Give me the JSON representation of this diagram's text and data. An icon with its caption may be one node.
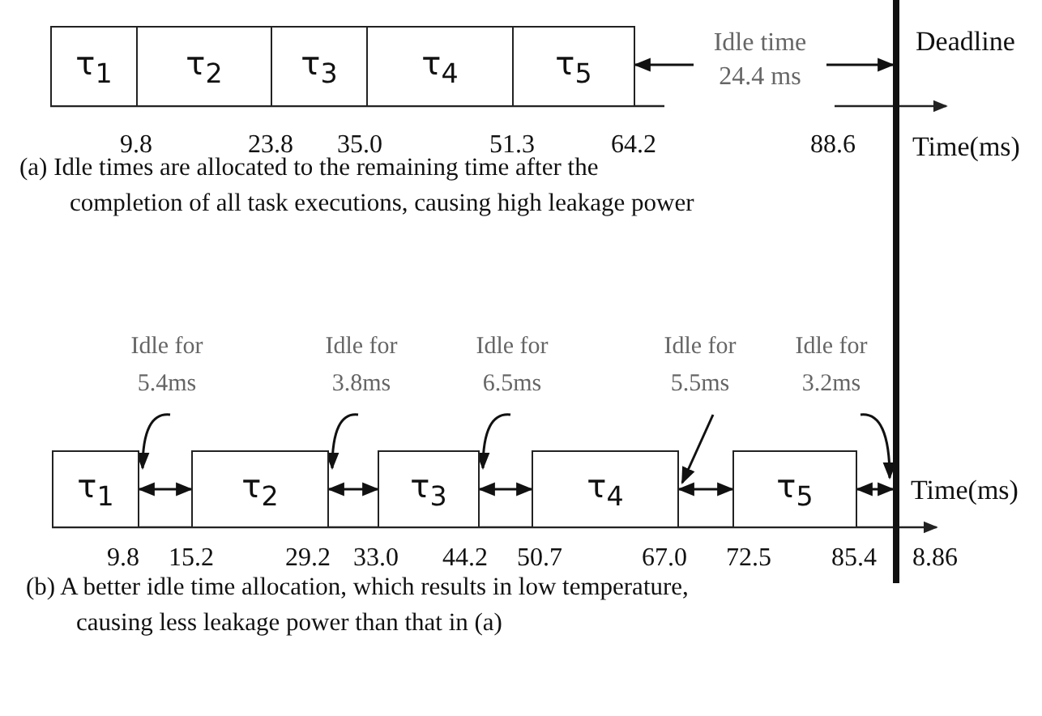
{
  "diagram": {
    "nodes": [
      {
        "text": [
          "τ$_{1}$"
        ]
      },
      {
        "text": [
          "τ$_{2}$"
        ]
      },
      {
        "text": [
          "τ$_{3}$"
        ]
      },
      {
        "text": [
          "τ$_{4}$"
        ]
      },
      {
        "text": [
          "τ$_{5}$"
        ]
      },
      {
        "text": [
          "Idle time 24.4 ms"
        ]
      },
      {
        "text": [],
        "shape": "bar",
        "beside": [
          "Deadline"
        ]
      },
      {
        "text": [
          "τ$_{1}$"
        ]
      },
      {
        "text": [
          "τ$_{2}$"
        ]
      },
      {
        "text": [
          "τ$_{3}$"
        ]
      },
      {
        "text": [
          "τ$_{4}$"
        ]
      },
      {
        "text": [
          "τ$_{5}$"
        ]
      },
      {
        "text": [
          "Idle for 5.4ms"
        ]
      },
      {
        "text": [
          "Idle for 3.8ms"
        ]
      },
      {
        "text": [
          "Idle for 6.5ms"
        ]
      },
      {
        "text": [
          "Idle for 5.5ms"
        ]
      },
      {
        "text": [
          "Idle for 3.2ms"
        ]
      }
    ],
    "edges": [
      {
        "from": 5,
        "to": 4,
        "arrow": "to"
      },
      {
        "from": 5,
        "to": 6,
        "arrow": "to"
      },
      {
        "from": 7,
        "to": 8,
        "arrow": "both"
      },
      {
        "from": 8,
        "to": 9,
        "arrow": "both"
      },
      {
        "from": 9,
        "to": 10,
        "arrow": "both"
      },
      {
        "from": 10,
        "to": 11,
        "arrow": "both"
      },
      {
        "from": 11,
        "to": 6,
        "arrow": "both"
      },
      {
        "from": 12,
        "to": 7,
        "arrow": "to"
      },
      {
        "from": 13,
        "to": 8,
        "arrow": "to"
      },
      {
        "from": 14,
        "to": 9,
        "arrow": "to"
      },
      {
        "from": 15,
        "to": 10,
        "arrow": "to"
      },
      {
        "from": 16,
        "to": 6,
        "arrow": "to"
      }
    ],
    "labels": [
      "9.8",
      "23.8",
      "35.0",
      "51.3",
      "64.2",
      "88.6",
      "Time(ms)",
      "(a) Idle times are allocated to the remaining time after the completion of all task executions, causing high leakage power",
      "Time(ms)",
      "9.8",
      "15.2",
      "29.2",
      "33.0",
      "44.2",
      "50.7",
      "67.0",
      "72.5",
      "85.4",
      "8.86",
      "(b) A better idle time allocation, which results in low temperature, causing less leakage power than that in (a)"
    ]
  }
}
